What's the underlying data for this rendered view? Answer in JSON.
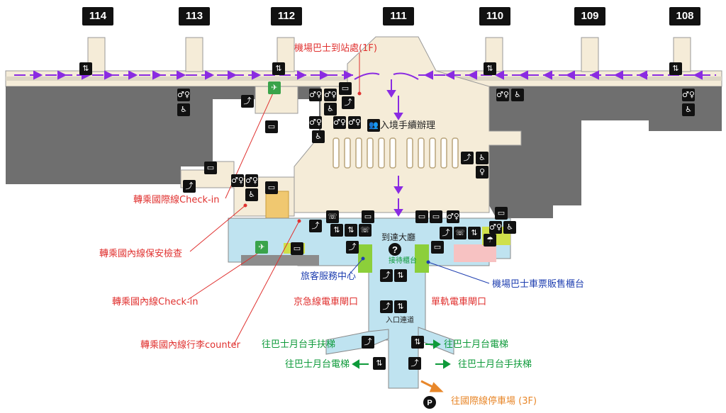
{
  "gates": [
    "114",
    "113",
    "112",
    "111",
    "110",
    "109",
    "108"
  ],
  "labels": {
    "airport_bus_stop": "機場巴士到站處(1F)",
    "immigration": "入境手續辦理",
    "arrival_lobby": "到達大廳",
    "intl_transfer_checkin": "轉乘國際線Check-in",
    "dom_security": "轉乘國內線保安檢查",
    "dom_checkin": "轉乘國內線Check-in",
    "dom_baggage": "轉乘國內線行李counter",
    "tourist_center": "旅客服務中心",
    "bus_ticket_counter": "機場巴士車票販售櫃台",
    "keikyu_gate": "京急線電車閘口",
    "monorail_gate": "單軌電車閘口",
    "info_sign": "接待櫃台",
    "entrance_small": "入口連道",
    "bus_escalator_left": "往巴士月台手扶梯",
    "bus_elevator_right": "往巴士月台電梯",
    "bus_elevator_left": "往巴士月台電梯",
    "bus_escalator_right": "往巴士月台手扶梯",
    "parking": "往國際線停車場 (3F)"
  },
  "colors": {
    "terminal": "#f5ecd8",
    "gray_area": "#6f6f6f",
    "walkway": "#bfe3f0",
    "arrow": "#8a2be2",
    "red_label": "#e0312f",
    "blue_label": "#1f3fb0",
    "green_label": "#0e9a3a",
    "orange_label": "#e8872a"
  },
  "icons": [
    "elevator-icon",
    "restroom-icon",
    "wheelchair-icon",
    "escalator-icon",
    "information-icon",
    "parking-icon",
    "shower-icon",
    "phone-icon"
  ]
}
